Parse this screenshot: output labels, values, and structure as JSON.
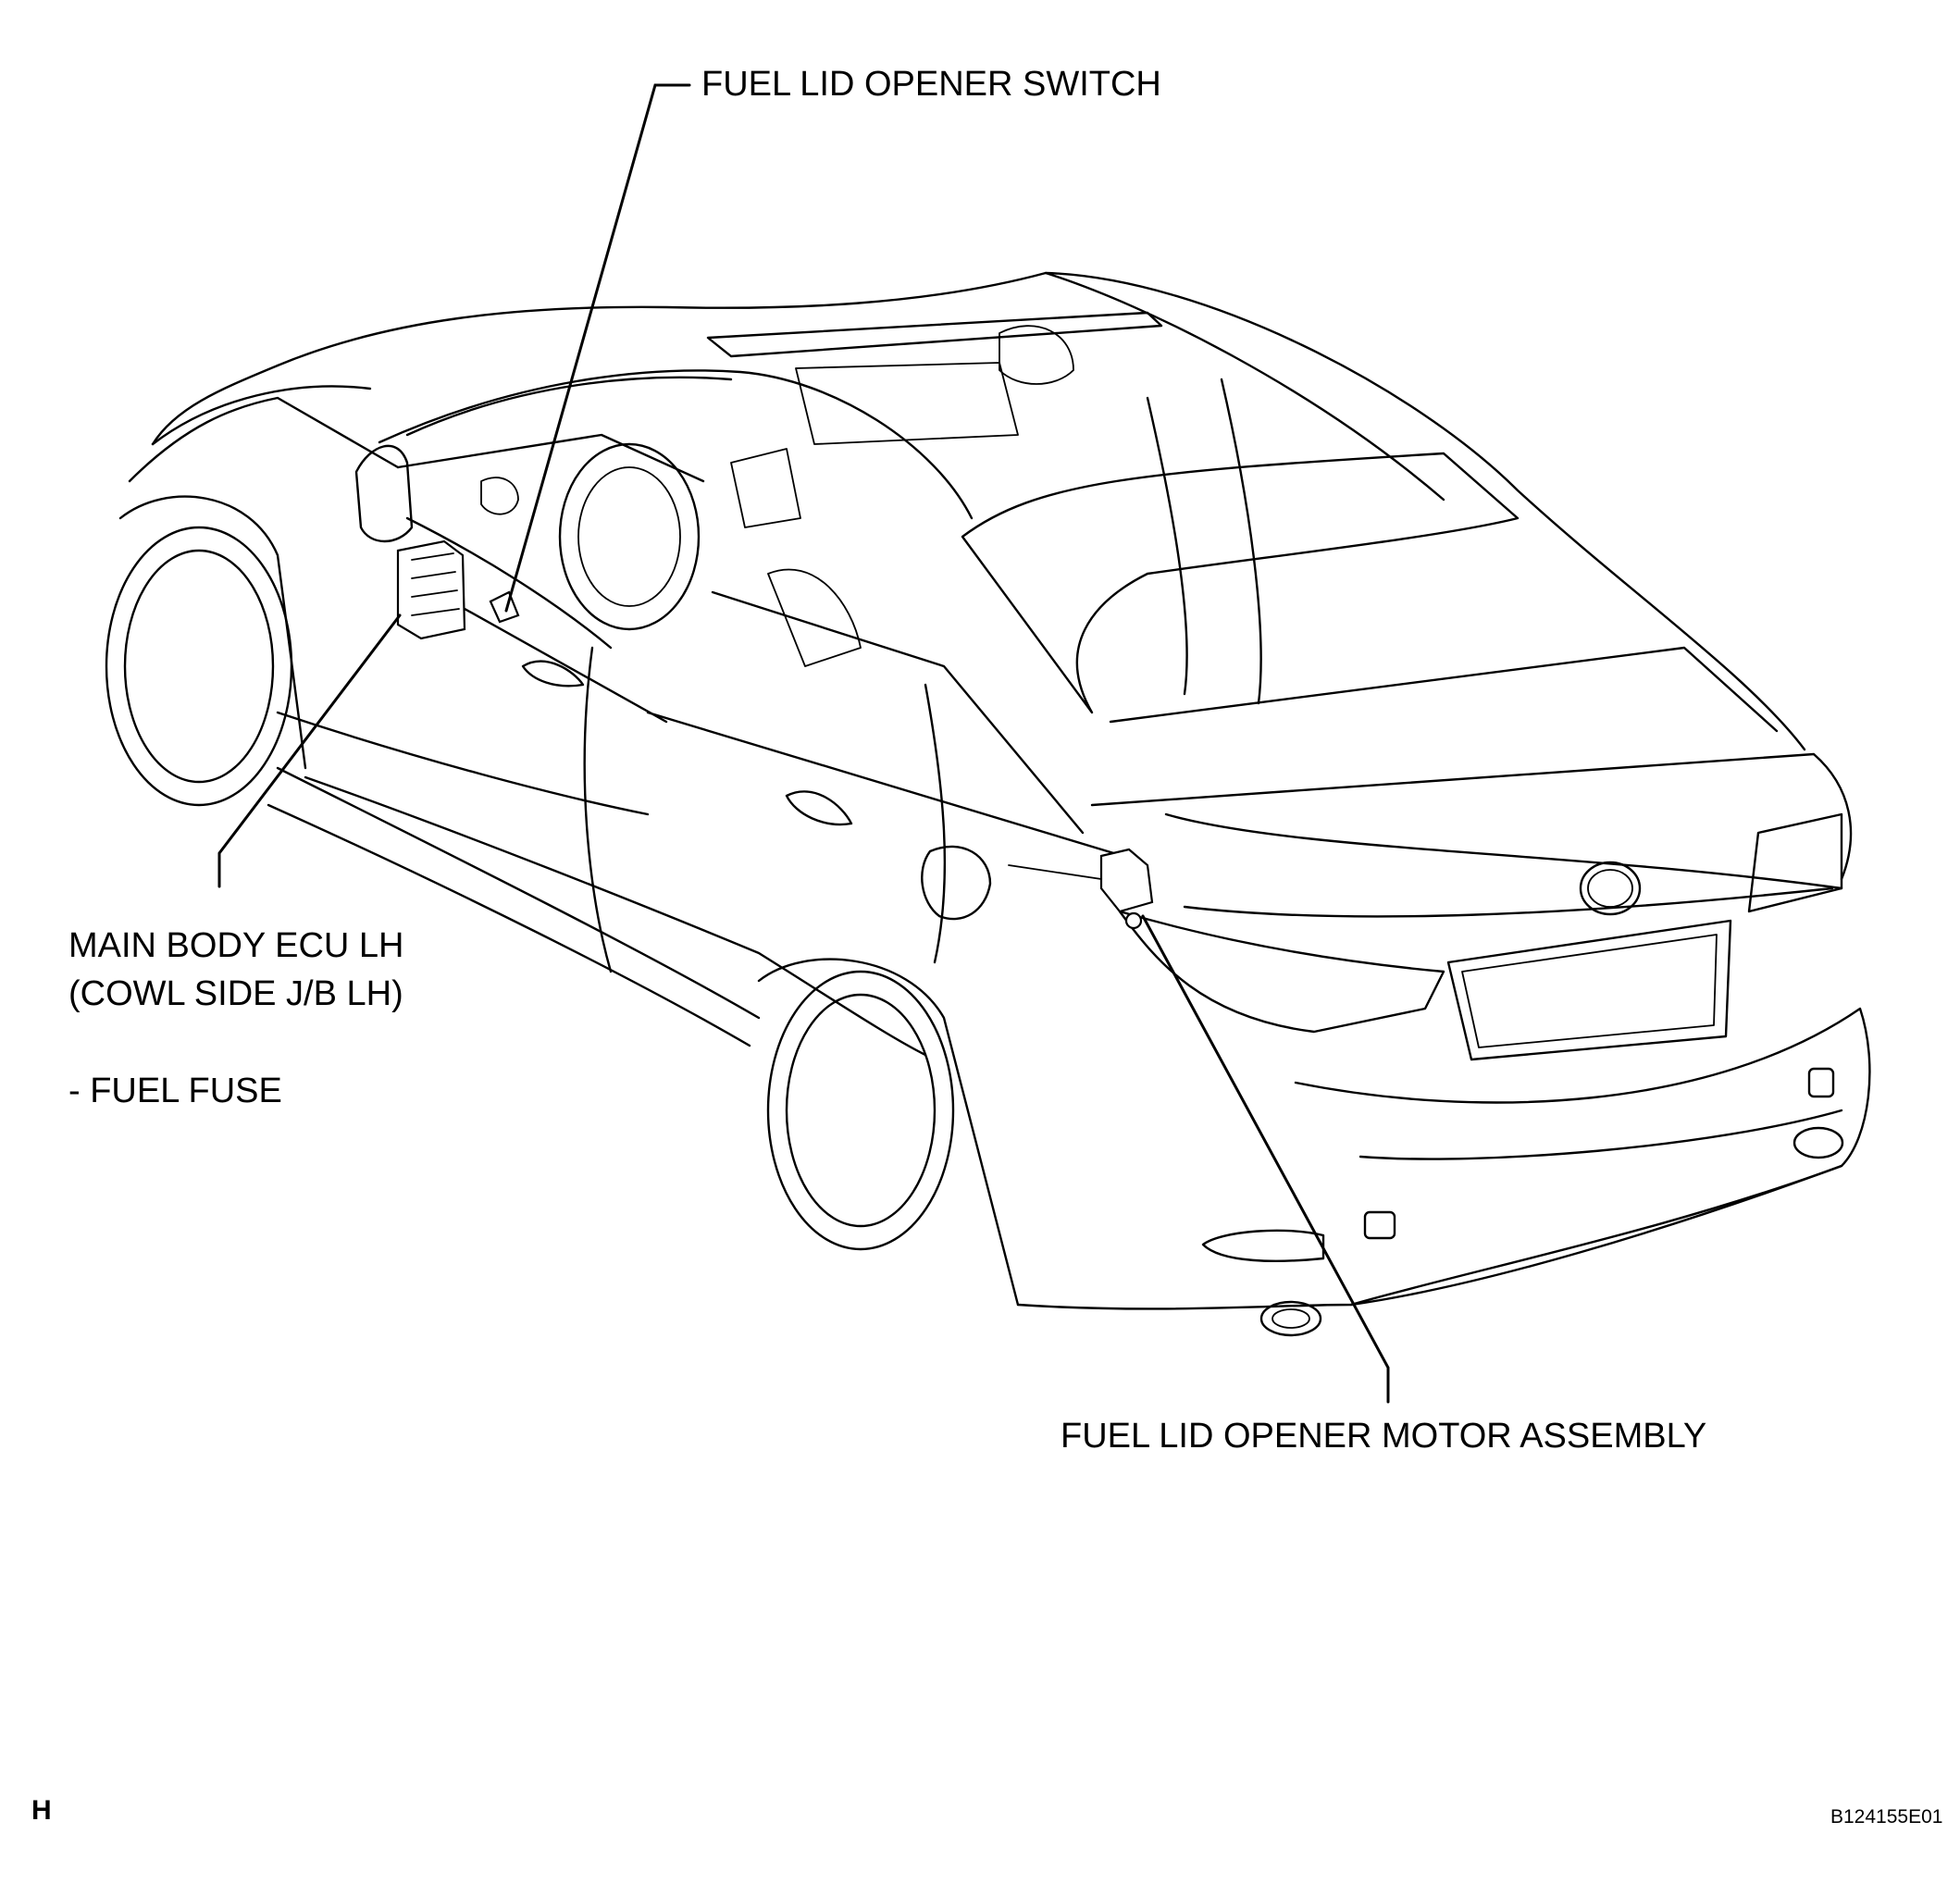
{
  "labels": {
    "switch": "FUEL LID OPENER SWITCH",
    "ecu_line1": "MAIN BODY ECU LH",
    "ecu_line2": "(COWL SIDE J/B LH)",
    "fuse": "- FUEL FUSE",
    "motor": "FUEL LID OPENER MOTOR ASSEMBLY"
  },
  "corner": {
    "left_code": "H",
    "figure_id": "B124155E01"
  },
  "illustration": {
    "subject": "car-rear-three-quarter-view",
    "style": "black-line-drawing"
  },
  "colors": {
    "ink": "#000000",
    "background": "#ffffff"
  }
}
